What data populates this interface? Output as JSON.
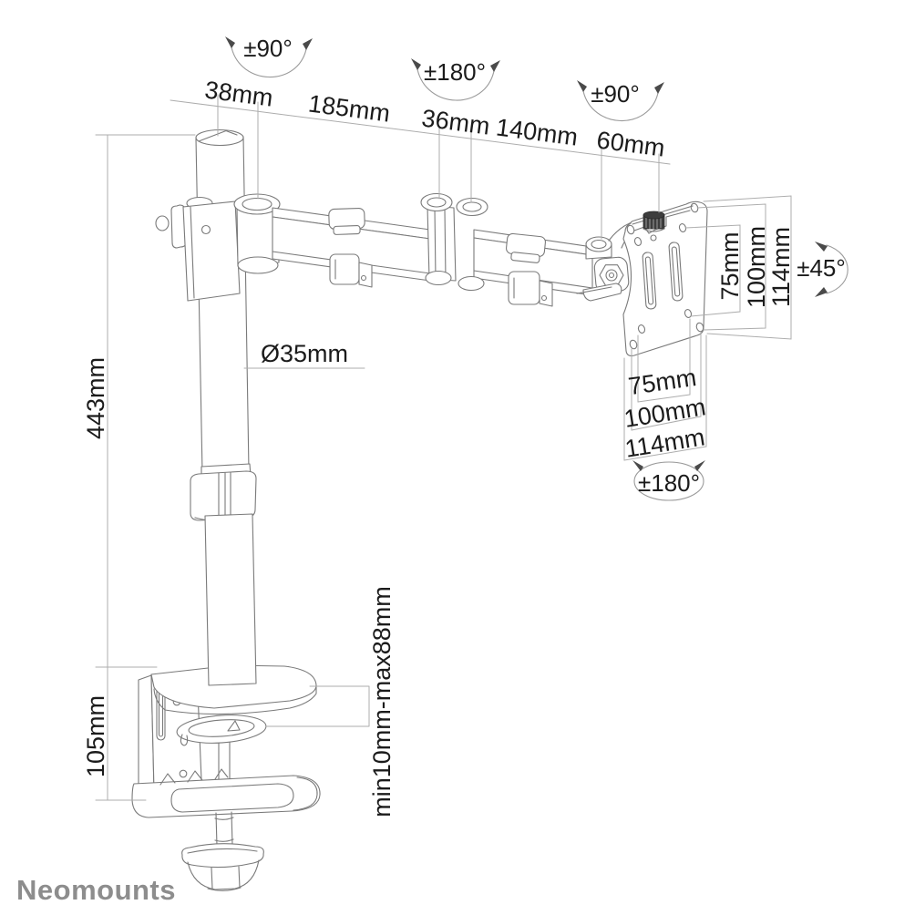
{
  "brand": {
    "name": "Neomounts"
  },
  "colors": {
    "background": "#ffffff",
    "part_line": "#7a7a7a",
    "dimension_line": "#adadad",
    "label_text": "#1b1b1b",
    "logo_gray": "#8d8d8d",
    "thumbscrew_dark": "#3d3d3d"
  },
  "labels": {
    "rotation_pole": "±90°",
    "rotation_mid_joint": "±180°",
    "rotation_vesa_swivel": "±90°",
    "rotation_tilt": "±45°",
    "rotation_vesa_rotate": "±180°",
    "pole_offset": "38mm",
    "arm_segment1_length": "185mm",
    "joint_width": "36mm",
    "arm_segment2_length": "140mm",
    "vesa_offset": "60mm",
    "pole_height": "443mm",
    "clamp_height": "105mm",
    "pole_diameter": "Ø35mm",
    "clamp_range": "min10mm-max88mm",
    "vesa_vertical_75": "75mm",
    "vesa_vertical_100": "100mm",
    "vesa_vertical_114": "114mm",
    "vesa_horizontal_75": "75mm",
    "vesa_horizontal_100": "100mm",
    "vesa_horizontal_114": "114mm"
  }
}
